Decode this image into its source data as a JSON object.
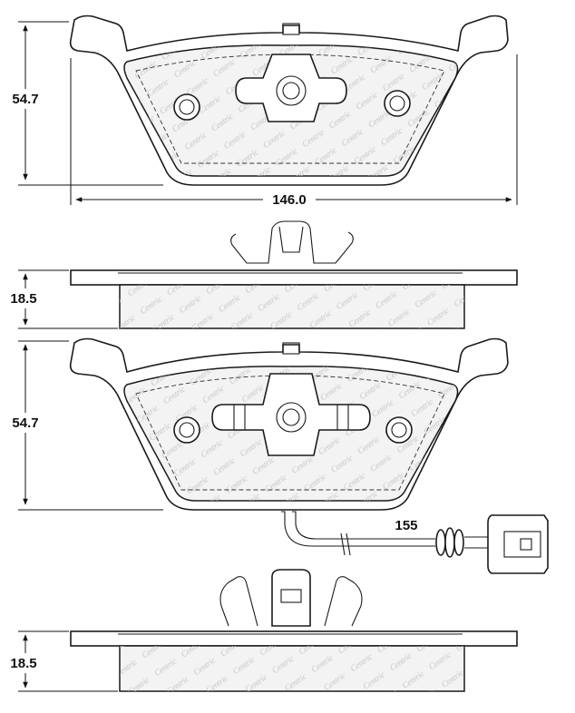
{
  "dimensions": {
    "top_pad_height": "54.7",
    "top_pad_width": "146.0",
    "top_backing_thickness": "18.5",
    "bottom_pad_height": "54.7",
    "bottom_backing_thickness": "18.5",
    "sensor_wire_length": "155"
  },
  "colors": {
    "line": "#1a1a1a",
    "friction_fill": "#f3f3f3",
    "watermark": "#c4c4c4"
  }
}
